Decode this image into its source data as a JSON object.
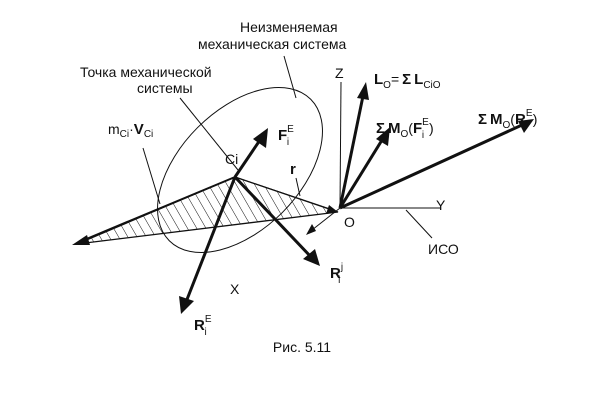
{
  "figure": {
    "caption": "Рис. 5.11",
    "labels": {
      "system": [
        "Неизменяемая",
        "механическая система"
      ],
      "point": [
        "Точка механической",
        "системы"
      ],
      "m_v": {
        "m": "m",
        "sub1": "Ci",
        "dot": "·",
        "v": "V",
        "sub2": "Ci"
      },
      "Ci": "Ci",
      "r": "r",
      "O": "O",
      "X": "X",
      "Y": "Y",
      "Z": "Z",
      "iso": "ИСО",
      "FiE": {
        "base": "F",
        "sub": "i",
        "sup": "E"
      },
      "RiE": {
        "base": "R",
        "sub": "i",
        "sup": "E"
      },
      "Rij": {
        "base": "R",
        "sub": "i",
        "sup": "j"
      },
      "Lo": {
        "L": "L",
        "subO": "O",
        "eq": "=",
        "sum": "Σ",
        "L2": "L",
        "subCiO": "CiO"
      },
      "sumMoF": {
        "sum": "Σ",
        "M": "M",
        "subO": "O",
        "open": "(",
        "F": "F",
        "sub": "i",
        "sup": "E",
        "close": ")"
      },
      "sumMoR": {
        "sum": "Σ",
        "M": "M",
        "subO": "O",
        "open": "(",
        "R": "R",
        "sub": "i",
        "sup": "E",
        "close": ")"
      }
    }
  }
}
